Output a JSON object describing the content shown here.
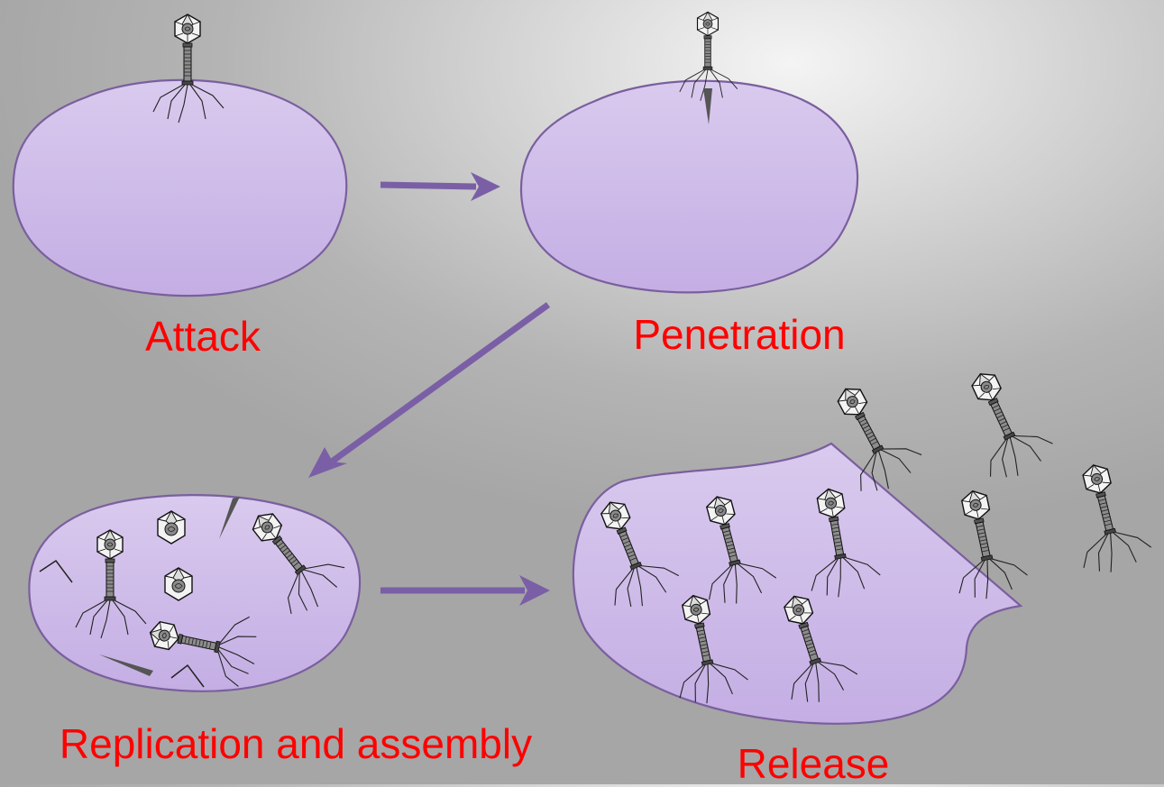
{
  "stages": [
    {
      "id": "attack",
      "label": "Attack"
    },
    {
      "id": "penetration",
      "label": "Penetration"
    },
    {
      "id": "replication",
      "label": "Replication and assembly"
    },
    {
      "id": "release",
      "label": "Release"
    }
  ],
  "colors": {
    "cell_fill": "#cbb6e8",
    "cell_stroke": "#7a5f9e",
    "arrow": "#7a5fa6",
    "label": "#ff0000"
  }
}
